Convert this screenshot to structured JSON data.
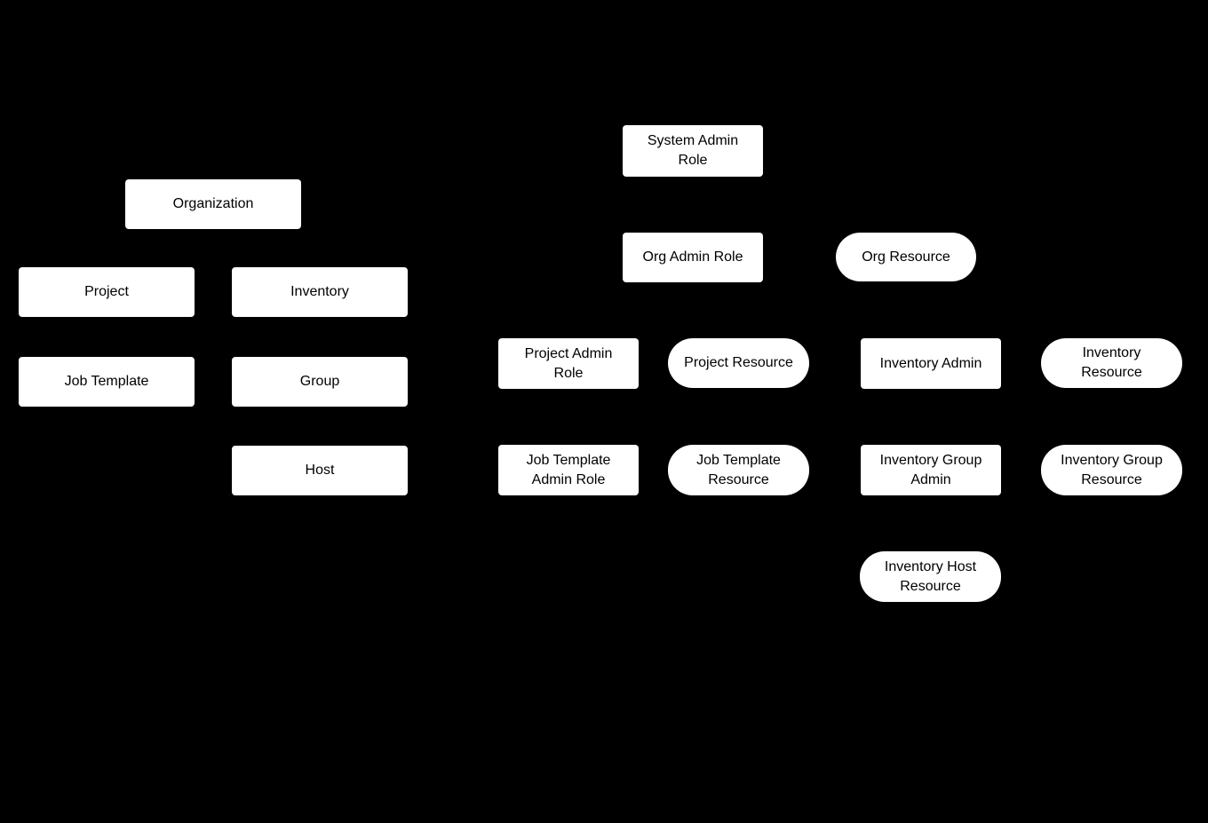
{
  "diagram": {
    "background_color": "#000000",
    "node_fill_color": "#ffffff",
    "node_text_color": "#000000"
  },
  "nodes": {
    "organization": {
      "label": "Organization",
      "shape": "rect"
    },
    "project": {
      "label": "Project",
      "shape": "rect"
    },
    "inventory": {
      "label": "Inventory",
      "shape": "rect"
    },
    "job_template": {
      "label": "Job Template",
      "shape": "rect"
    },
    "group": {
      "label": "Group",
      "shape": "rect"
    },
    "host": {
      "label": "Host",
      "shape": "rect"
    },
    "system_admin_role": {
      "label": "System Admin\nRole",
      "shape": "rect"
    },
    "org_admin_role": {
      "label": "Org Admin Role",
      "shape": "rect"
    },
    "org_resource": {
      "label": "Org Resource",
      "shape": "stadium"
    },
    "project_admin_role": {
      "label": "Project Admin\nRole",
      "shape": "rect"
    },
    "project_resource": {
      "label": "Project Resource",
      "shape": "stadium"
    },
    "inventory_admin": {
      "label": "Inventory Admin",
      "shape": "rect"
    },
    "inventory_resource": {
      "label": "Inventory\nResource",
      "shape": "stadium"
    },
    "job_template_admin_role": {
      "label": "Job Template\nAdmin Role",
      "shape": "rect"
    },
    "job_template_resource": {
      "label": "Job Template\nResource",
      "shape": "stadium"
    },
    "inventory_group_admin": {
      "label": "Inventory Group\nAdmin",
      "shape": "rect"
    },
    "inventory_group_resource": {
      "label": "Inventory Group\nResource",
      "shape": "stadium"
    },
    "inventory_host_resource": {
      "label": "Inventory Host\nResource",
      "shape": "stadium"
    }
  }
}
